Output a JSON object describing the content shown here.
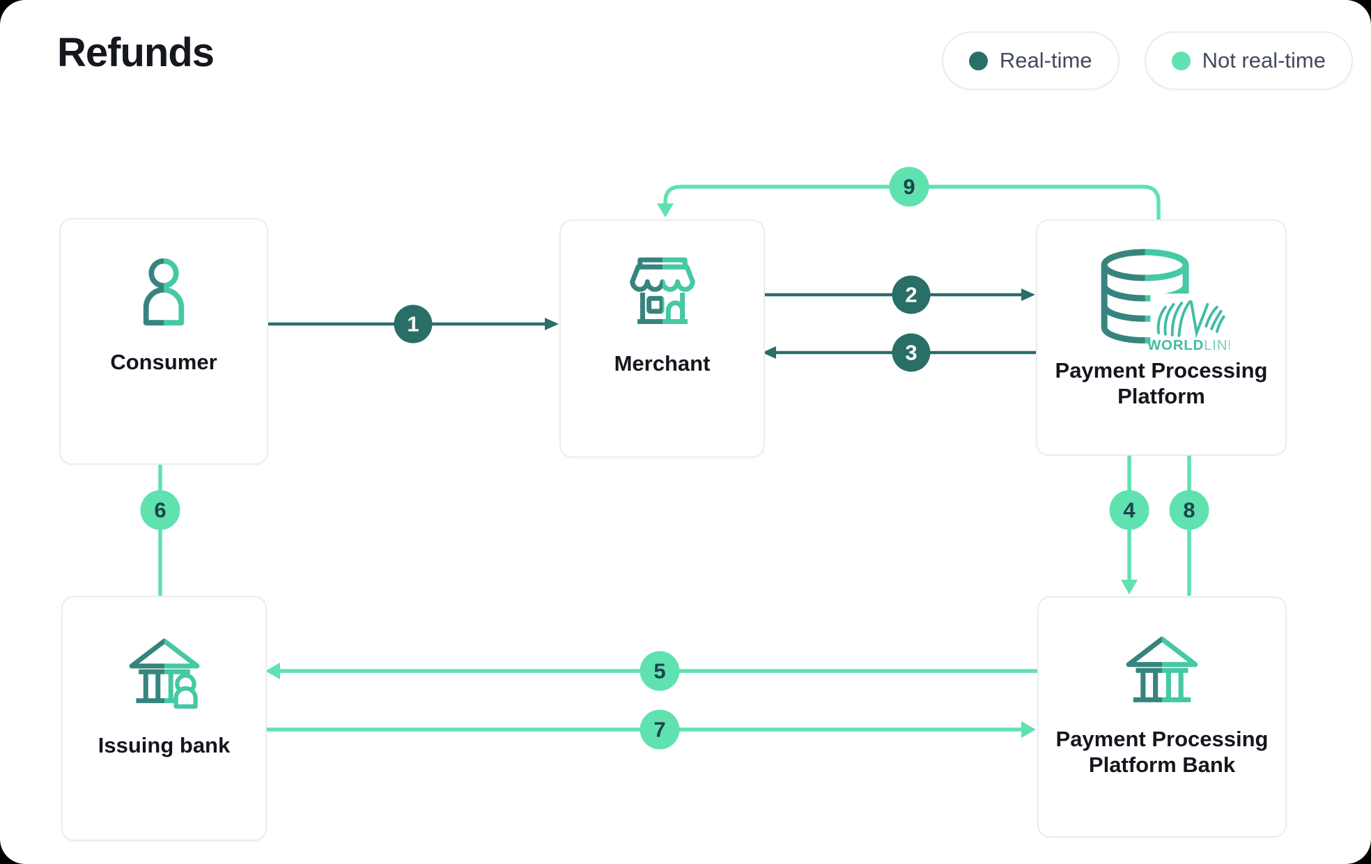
{
  "title": "Refunds",
  "legend": [
    {
      "label": "Real-time",
      "color": "#2A6E68"
    },
    {
      "label": "Not real-time",
      "color": "#5FE2B0"
    }
  ],
  "nodes": {
    "consumer": {
      "label": "Consumer",
      "icon": "person-icon"
    },
    "merchant": {
      "label": "Merchant",
      "icon": "storefront-icon"
    },
    "platform": {
      "label": "Payment Processing Platform",
      "icon": "database-icon",
      "vendor_logo": {
        "bold": "WORLD",
        "light": "LINE"
      }
    },
    "issuing_bank": {
      "label": "Issuing bank",
      "icon": "bank-with-person-icon"
    },
    "platform_bank": {
      "label": "Payment Processing Platform Bank",
      "icon": "bank-icon"
    }
  },
  "flows": [
    {
      "step": "1",
      "from": "Consumer",
      "to": "Merchant",
      "timing": "real-time"
    },
    {
      "step": "2",
      "from": "Merchant",
      "to": "Payment Processing Platform",
      "timing": "real-time"
    },
    {
      "step": "3",
      "from": "Payment Processing Platform",
      "to": "Merchant",
      "timing": "real-time"
    },
    {
      "step": "4",
      "from": "Payment Processing Platform",
      "to": "Payment Processing Platform Bank",
      "timing": "not-real-time"
    },
    {
      "step": "5",
      "from": "Payment Processing Platform Bank",
      "to": "Issuing bank",
      "timing": "not-real-time"
    },
    {
      "step": "6",
      "from": "Issuing bank",
      "to": "Consumer",
      "timing": "not-real-time"
    },
    {
      "step": "7",
      "from": "Issuing bank",
      "to": "Payment Processing Platform Bank",
      "timing": "not-real-time"
    },
    {
      "step": "8",
      "from": "Payment Processing Platform Bank",
      "to": "Payment Processing Platform",
      "timing": "not-real-time"
    },
    {
      "step": "9",
      "from": "Payment Processing Platform",
      "to": "Merchant",
      "timing": "not-real-time"
    }
  ],
  "colors": {
    "real_time": "#2A6E68",
    "not_real_time": "#5FE2B0",
    "icon_gradient_dark": "#37847E",
    "icon_gradient_light": "#45C8A3",
    "worldline_brand": "#41BCA4"
  }
}
